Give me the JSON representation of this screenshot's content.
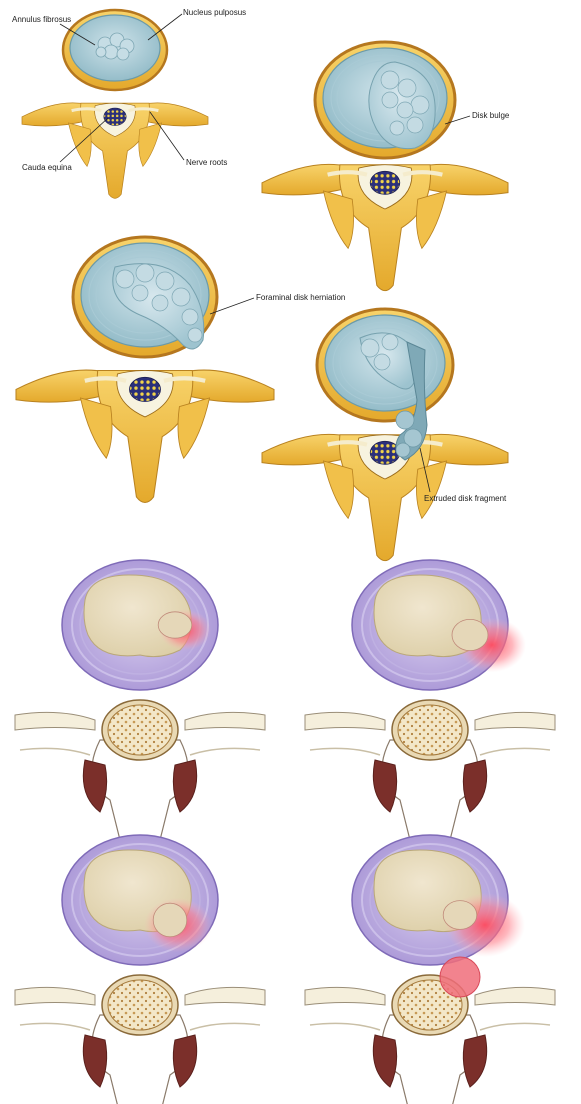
{
  "figure": {
    "top_panels": [
      {
        "id": "normal",
        "labels": {
          "annulus": "Annulus fibrosus",
          "nucleus": "Nucleus pulposus",
          "cauda": "Cauda equina",
          "roots": "Nerve roots"
        }
      },
      {
        "id": "bulge",
        "labels": {
          "main": "Disk bulge"
        }
      },
      {
        "id": "foraminal",
        "labels": {
          "main": "Foraminal disk herniation"
        }
      },
      {
        "id": "extruded",
        "labels": {
          "main": "Extruded disk fragment"
        }
      }
    ],
    "bottom_panels": [
      "stage-1",
      "stage-2",
      "stage-3",
      "stage-4"
    ],
    "colors": {
      "bone": "#f3c64a",
      "bone_dark": "#c98b1a",
      "cortex": "#c07a22",
      "annulus_blue": "#8db9c6",
      "nucleus_blue": "#b7d3dc",
      "annulus_purple": "#b6a6dc",
      "nucleus_beige": "#e9dcc0",
      "inflammation": "#ef5a6a",
      "nerve": "#f6f0da"
    }
  }
}
